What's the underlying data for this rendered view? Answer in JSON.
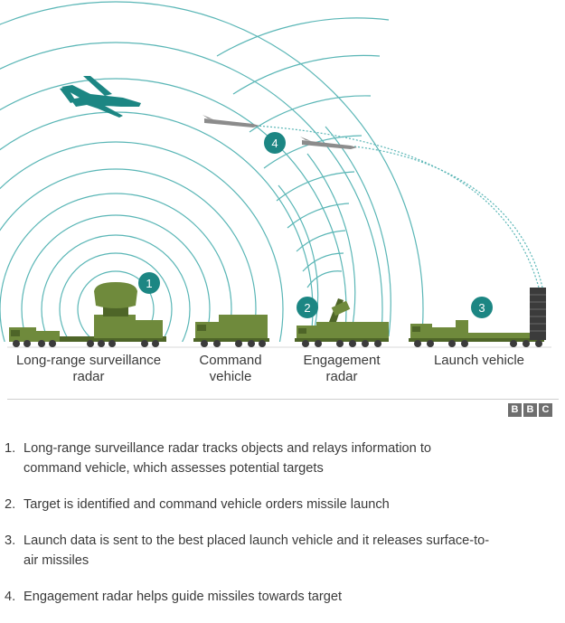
{
  "vehicles": {
    "surveillance_radar": {
      "label_line1": "Long-range surveillance",
      "label_line2": "radar"
    },
    "command_vehicle": {
      "label_line1": "Command",
      "label_line2": "vehicle"
    },
    "engagement_radar": {
      "label_line1": "Engagement",
      "label_line2": "radar"
    },
    "launch_vehicle": {
      "label_line1": "Launch vehicle",
      "label_line2": ""
    }
  },
  "markers": [
    "1",
    "2",
    "3",
    "4"
  ],
  "logo": {
    "letters": [
      "B",
      "B",
      "C"
    ]
  },
  "colors": {
    "radar_wave": "#5ab6b6",
    "vehicle_green": "#6f8a3c",
    "vehicle_dark": "#4e6528",
    "marker_teal": "#1c8683",
    "plane": "#1c8683",
    "missile": "#8c8c8c",
    "rule": "#cfcfcf"
  },
  "steps": [
    {
      "num": "1.",
      "line1": "Long-range surveillance radar tracks objects and relays information to",
      "line2": "command vehicle, which assesses potential targets"
    },
    {
      "num": "2.",
      "line1": "Target is identified and command vehicle orders missile launch",
      "line2": ""
    },
    {
      "num": "3.",
      "line1": "Launch data is sent to the best placed launch vehicle and it releases surface-to-",
      "line2": "air missiles"
    },
    {
      "num": "4.",
      "line1": "Engagement radar helps guide missiles towards target",
      "line2": ""
    }
  ]
}
